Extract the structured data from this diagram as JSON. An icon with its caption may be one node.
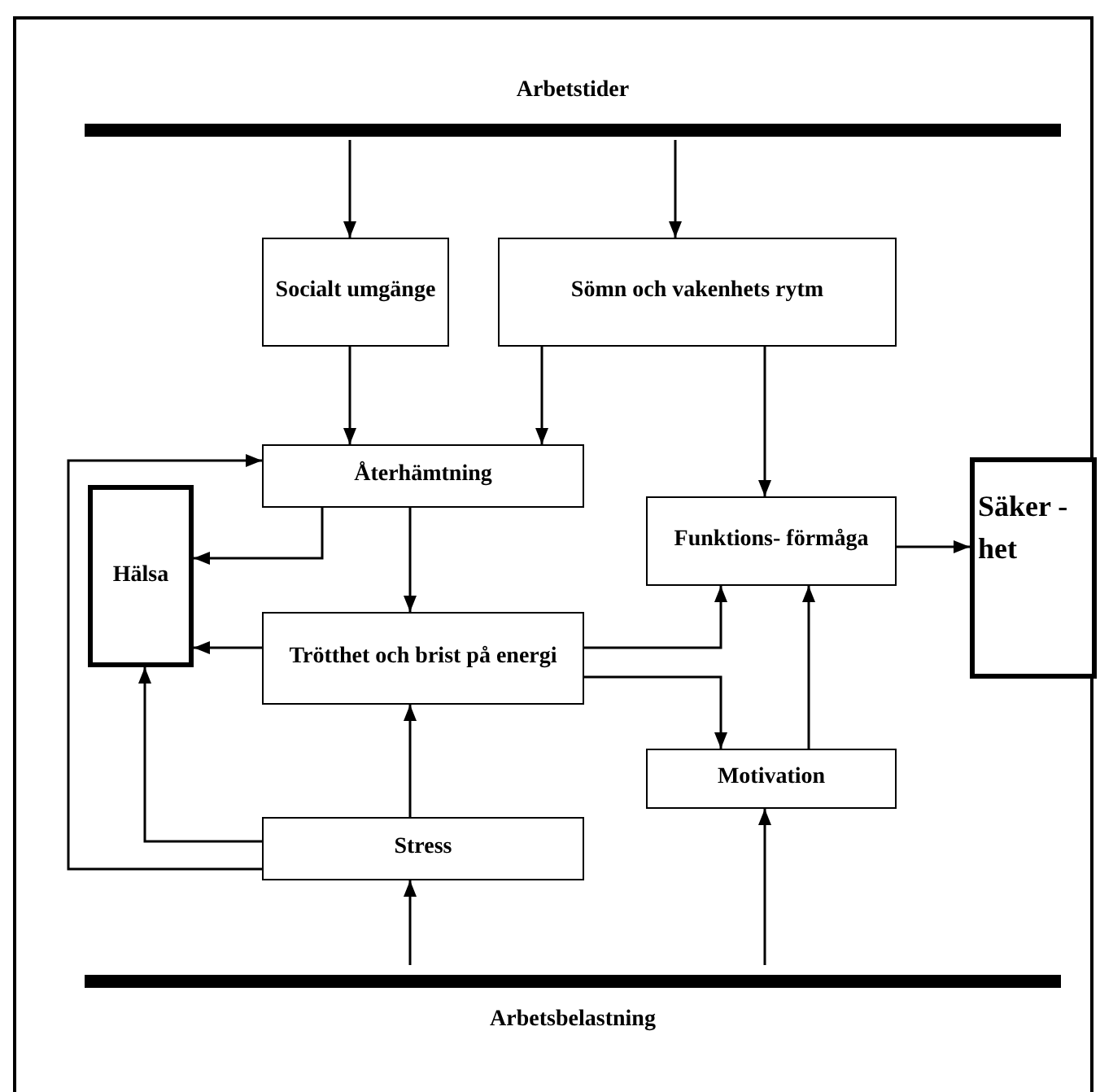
{
  "diagram": {
    "nodes": [
      {
        "text": [
          "Arbetstider"
        ]
      },
      {
        "text": [
          "Socialt umgänge"
        ]
      },
      {
        "text": [
          "Sömn och vakenhets rytm"
        ]
      },
      {
        "text": [
          "Återhämtning"
        ]
      },
      {
        "text": [
          "Hälsa"
        ]
      },
      {
        "text": [
          "Funktions- förmåga"
        ]
      },
      {
        "text": [
          "Säker -het"
        ]
      },
      {
        "text": [
          "Trötthet och brist på energi"
        ]
      },
      {
        "text": [
          "Motivation"
        ]
      },
      {
        "text": [
          "Stress"
        ]
      },
      {
        "text": [
          "Arbetsbelastning"
        ]
      }
    ],
    "edges": [
      {
        "from": 0,
        "to": 1,
        "arrow": "to"
      },
      {
        "from": 0,
        "to": 2,
        "arrow": "to"
      },
      {
        "from": 1,
        "to": 3,
        "arrow": "to"
      },
      {
        "from": 2,
        "to": 3,
        "arrow": "to"
      },
      {
        "from": 2,
        "to": 5,
        "arrow": "to"
      },
      {
        "from": 3,
        "to": 4,
        "arrow": "to"
      },
      {
        "from": 3,
        "to": 7,
        "arrow": "to"
      },
      {
        "from": 7,
        "to": 4,
        "arrow": "to"
      },
      {
        "from": 7,
        "to": 5,
        "arrow": "to"
      },
      {
        "from": 7,
        "to": 8,
        "arrow": "to"
      },
      {
        "from": 8,
        "to": 5,
        "arrow": "to"
      },
      {
        "from": 5,
        "to": 6,
        "arrow": "to"
      },
      {
        "from": 9,
        "to": 7,
        "arrow": "to"
      },
      {
        "from": 9,
        "to": 4,
        "arrow": "to"
      },
      {
        "from": 9,
        "to": 3,
        "arrow": "to"
      },
      {
        "from": 10,
        "to": 9,
        "arrow": "to"
      },
      {
        "from": 10,
        "to": 8,
        "arrow": "to"
      }
    ]
  }
}
